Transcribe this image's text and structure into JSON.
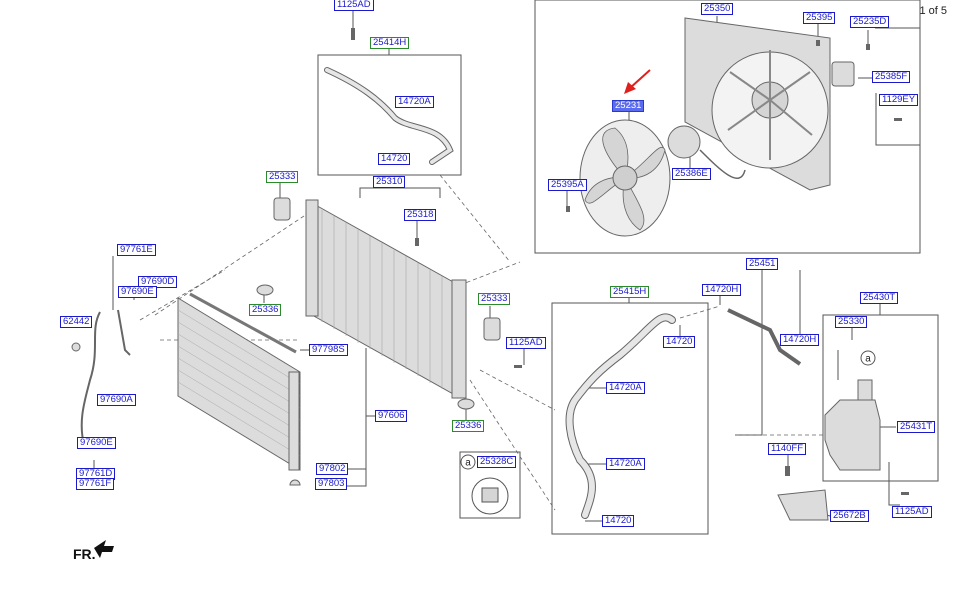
{
  "page_indicator": "1 of 5",
  "fr_label": "FR.",
  "callout_symbol": "a",
  "arrow_color": "#e0201c",
  "label_text_color": "#1a1acc",
  "highlight_color": "#5b6cf0",
  "labels": [
    {
      "text": "1125AD",
      "style": "normal"
    },
    {
      "text": "25414H",
      "style": "green"
    },
    {
      "text": "14720A",
      "style": "normal"
    },
    {
      "text": "14720",
      "style": "normal"
    },
    {
      "text": "25333",
      "style": "green"
    },
    {
      "text": "25310",
      "style": "normal"
    },
    {
      "text": "25318",
      "style": "normal"
    },
    {
      "text": "97761E",
      "style": "normal"
    },
    {
      "text": "97690D",
      "style": "normal"
    },
    {
      "text": "97690E",
      "style": "normal"
    },
    {
      "text": "25336",
      "style": "green"
    },
    {
      "text": "62442",
      "style": "normal"
    },
    {
      "text": "97798S",
      "style": "normal"
    },
    {
      "text": "97690A",
      "style": "normal"
    },
    {
      "text": "97606",
      "style": "normal"
    },
    {
      "text": "97690E",
      "style": "normal"
    },
    {
      "text": "97802",
      "style": "normal"
    },
    {
      "text": "97803",
      "style": "normal"
    },
    {
      "text": "97761D",
      "style": "normal"
    },
    {
      "text": "97761F",
      "style": "normal"
    },
    {
      "text": "25333",
      "style": "green"
    },
    {
      "text": "1125AD",
      "style": "normal"
    },
    {
      "text": "25336",
      "style": "green"
    },
    {
      "text": "25328C",
      "style": "normal"
    },
    {
      "text": "25350",
      "style": "normal"
    },
    {
      "text": "25395",
      "style": "normal"
    },
    {
      "text": "25235D",
      "style": "normal"
    },
    {
      "text": "25385F",
      "style": "normal"
    },
    {
      "text": "1129EY",
      "style": "normal"
    },
    {
      "text": "25231",
      "style": "highlight"
    },
    {
      "text": "25386E",
      "style": "normal"
    },
    {
      "text": "25395A",
      "style": "normal"
    },
    {
      "text": "25415H",
      "style": "green"
    },
    {
      "text": "14720",
      "style": "normal"
    },
    {
      "text": "14720A",
      "style": "normal"
    },
    {
      "text": "14720A",
      "style": "normal"
    },
    {
      "text": "14720",
      "style": "normal"
    },
    {
      "text": "25451",
      "style": "normal"
    },
    {
      "text": "14720H",
      "style": "normal"
    },
    {
      "text": "14720H",
      "style": "normal"
    },
    {
      "text": "25430T",
      "style": "normal"
    },
    {
      "text": "25330",
      "style": "normal"
    },
    {
      "text": "25431T",
      "style": "normal"
    },
    {
      "text": "1140FF",
      "style": "normal"
    },
    {
      "text": "25672B",
      "style": "normal"
    },
    {
      "text": "1125AD",
      "style": "normal"
    }
  ]
}
